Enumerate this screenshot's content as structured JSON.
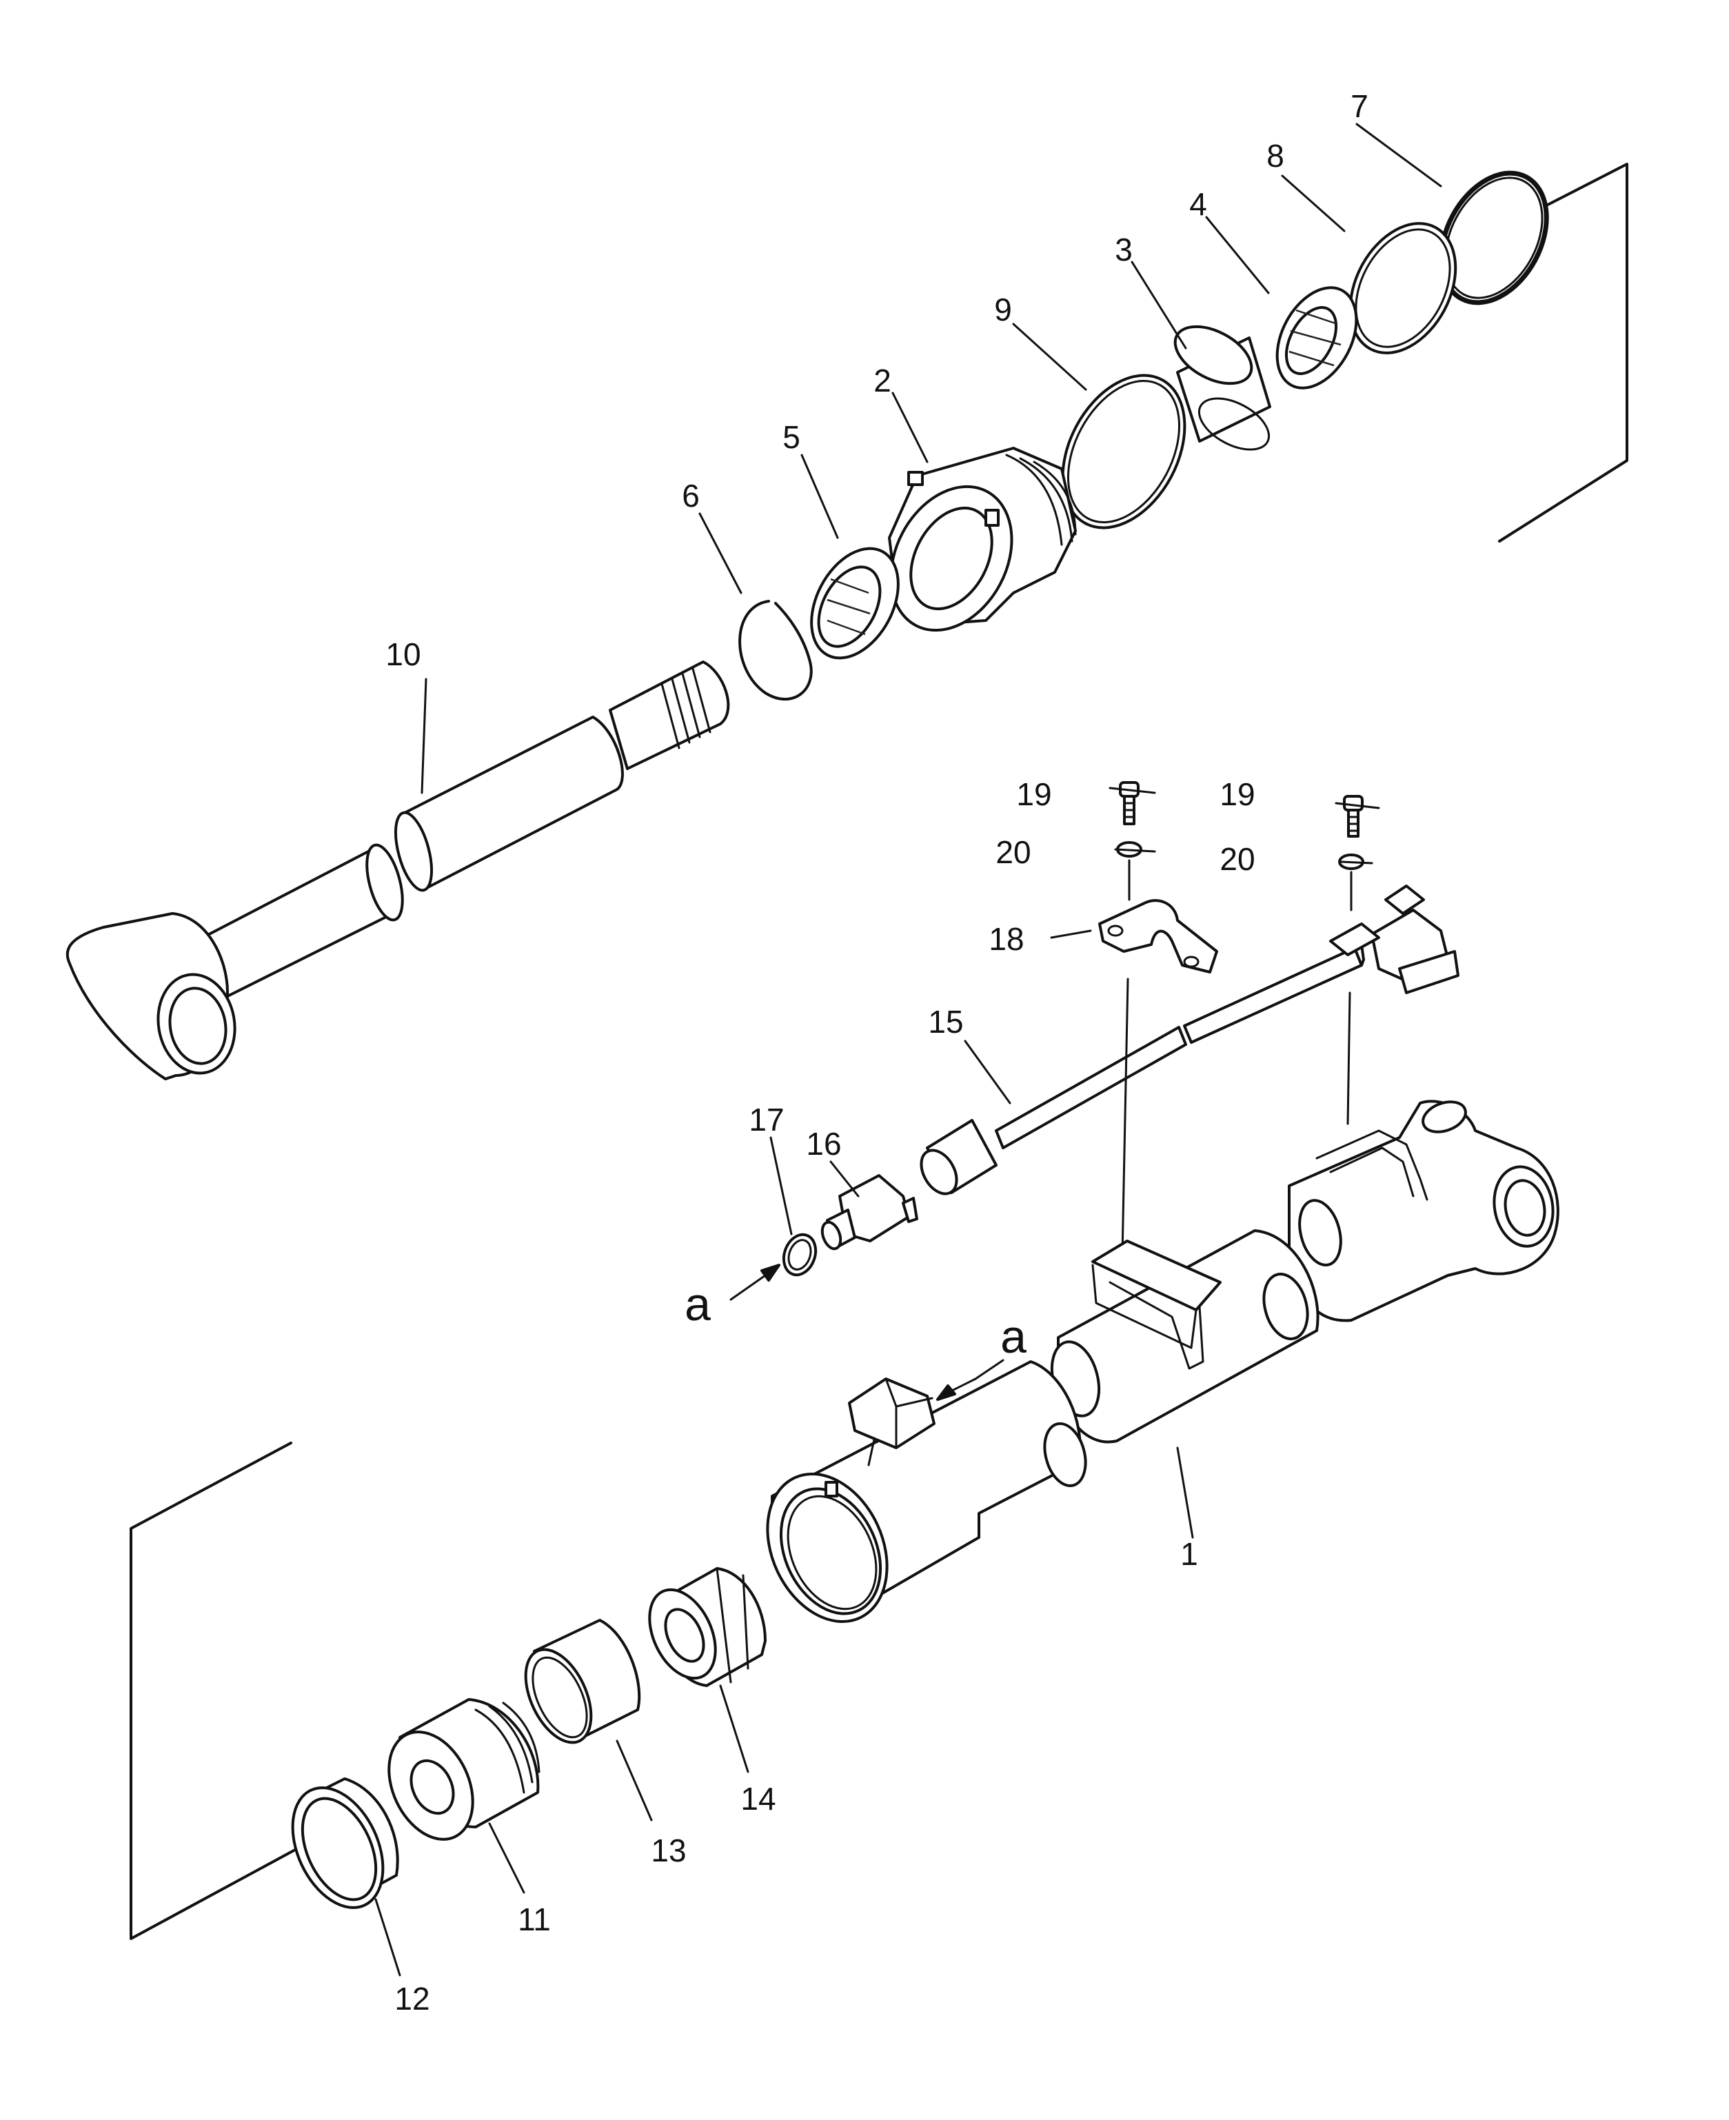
{
  "diagram": {
    "callouts": [
      "1",
      "2",
      "3",
      "4",
      "5",
      "6",
      "7",
      "8",
      "9",
      "10",
      "11",
      "12",
      "13",
      "14",
      "15",
      "16",
      "17",
      "18",
      "19",
      "20",
      "19",
      "20"
    ],
    "view_marks": [
      "a",
      "a"
    ]
  }
}
